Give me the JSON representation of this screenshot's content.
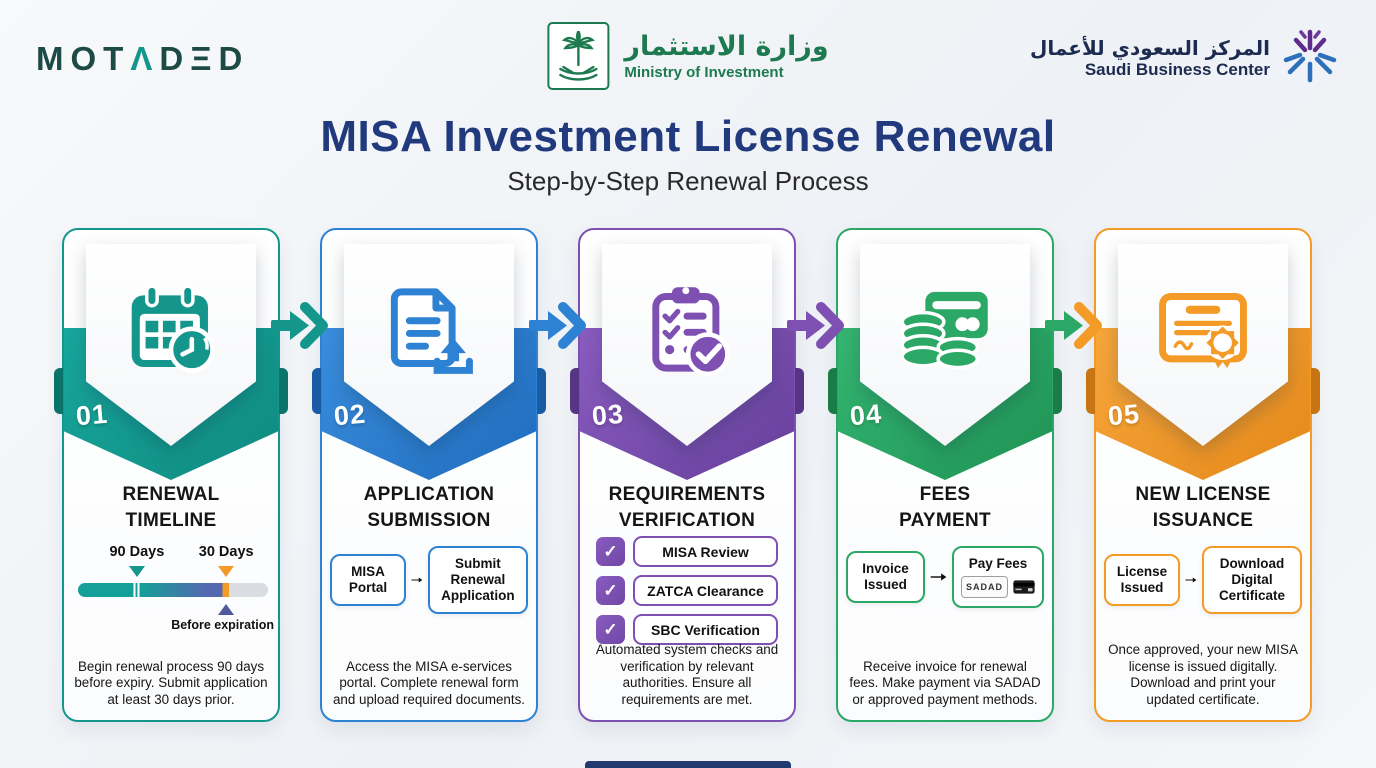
{
  "header": {
    "motaded_logo": "MOTADED",
    "motaded_display": {
      "p1": "MOT",
      "p2": "Λ",
      "p3": "D",
      "p4": "Ξ",
      "p5": "D"
    },
    "ministry": {
      "arabic": "وزارة الاستثمار",
      "english": "Ministry of Investment"
    },
    "sbc": {
      "arabic": "المركز السعودي للأعمال",
      "english": "Saudi Business Center"
    }
  },
  "title": "MISA Investment License Renewal",
  "subtitle": "Step-by-Step Renewal Process",
  "steps": [
    {
      "number": "01",
      "color": "#14968C",
      "icon": "calendar-clock-icon",
      "title_line1": "RENEWAL",
      "title_line2": "TIMELINE",
      "timeline": {
        "label_left": "90 Days",
        "label_right": "30 Days",
        "below_label": "Before expiration"
      },
      "description": "Begin renewal process 90 days before expiry. Submit application at least 30 days prior."
    },
    {
      "number": "02",
      "color": "#2E82D3",
      "icon": "document-upload-icon",
      "title_line1": "APPLICATION",
      "title_line2": "SUBMISSION",
      "flow": {
        "from": "MISA Portal",
        "to": "Submit Renewal Application"
      },
      "description": "Access the MISA e-services portal. Complete renewal form and upload required documents."
    },
    {
      "number": "03",
      "color": "#7D50B2",
      "icon": "clipboard-check-icon",
      "title_line1": "REQUIREMENTS",
      "title_line2": "VERIFICATION",
      "checklist": [
        "MISA Review",
        "ZATCA Clearance",
        "SBC Verification"
      ],
      "check_glyph": "✓",
      "description": "Automated system checks and verification by relevant authorities. Ensure all requirements are met."
    },
    {
      "number": "04",
      "color": "#2BA865",
      "icon": "payment-coins-icon",
      "title_line1": "FEES",
      "title_line2": "PAYMENT",
      "flow": {
        "from": "Invoice Issued",
        "to": "Pay Fees",
        "badge": "SADAD"
      },
      "description": "Receive invoice for renewal fees. Make payment via SADAD or approved payment methods."
    },
    {
      "number": "05",
      "color": "#F49A27",
      "icon": "certificate-icon",
      "title_line1": "NEW LICENSE",
      "title_line2": "ISSUANCE",
      "flow": {
        "from": "License Issued",
        "to": "Download Digital Certificate"
      },
      "description": "Once approved, your new MISA license is issued digitally. Download and print your updated certificate."
    }
  ],
  "arrows": [
    {
      "arrow_color": "#14968C",
      "chevron_color": "#14968C"
    },
    {
      "arrow_color": "#2E82D3",
      "chevron_color": "#2E82D3"
    },
    {
      "arrow_color": "#7D50B2",
      "chevron_color": "#7D50B2"
    },
    {
      "arrow_color": "#2BA865",
      "chevron_color": "#F49A27"
    }
  ],
  "colors": {
    "title_navy": "#21397D",
    "ministry_green": "#1D7A50",
    "sbc_navy": "#1C2B50",
    "motaded_teal": "#1D4A45",
    "timeline_teal": "#14A098",
    "timeline_indigo": "#5468B0",
    "timeline_orange": "#F49A27",
    "timeline_gray": "#D9DDE2"
  }
}
